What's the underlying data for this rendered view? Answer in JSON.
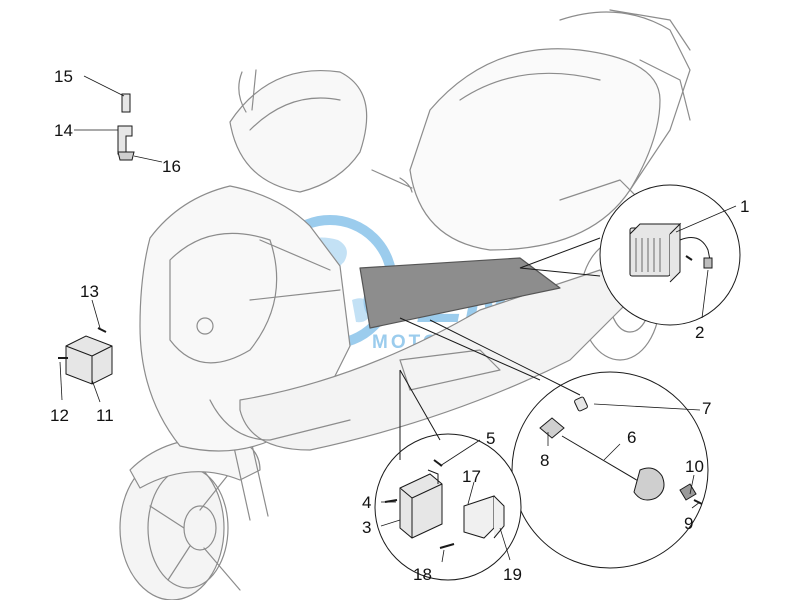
{
  "diagram": {
    "watermark": {
      "brand": "OEM",
      "tagline": "MOTORPARTS",
      "color": "#4aa3df"
    },
    "line_color": "#1a1a1a",
    "sketch_color": "#9a9a9a",
    "callouts": [
      "1",
      "2",
      "3",
      "4",
      "5",
      "6",
      "7",
      "8",
      "9",
      "10",
      "11",
      "12",
      "13",
      "14",
      "15",
      "16",
      "17",
      "18",
      "19"
    ]
  }
}
